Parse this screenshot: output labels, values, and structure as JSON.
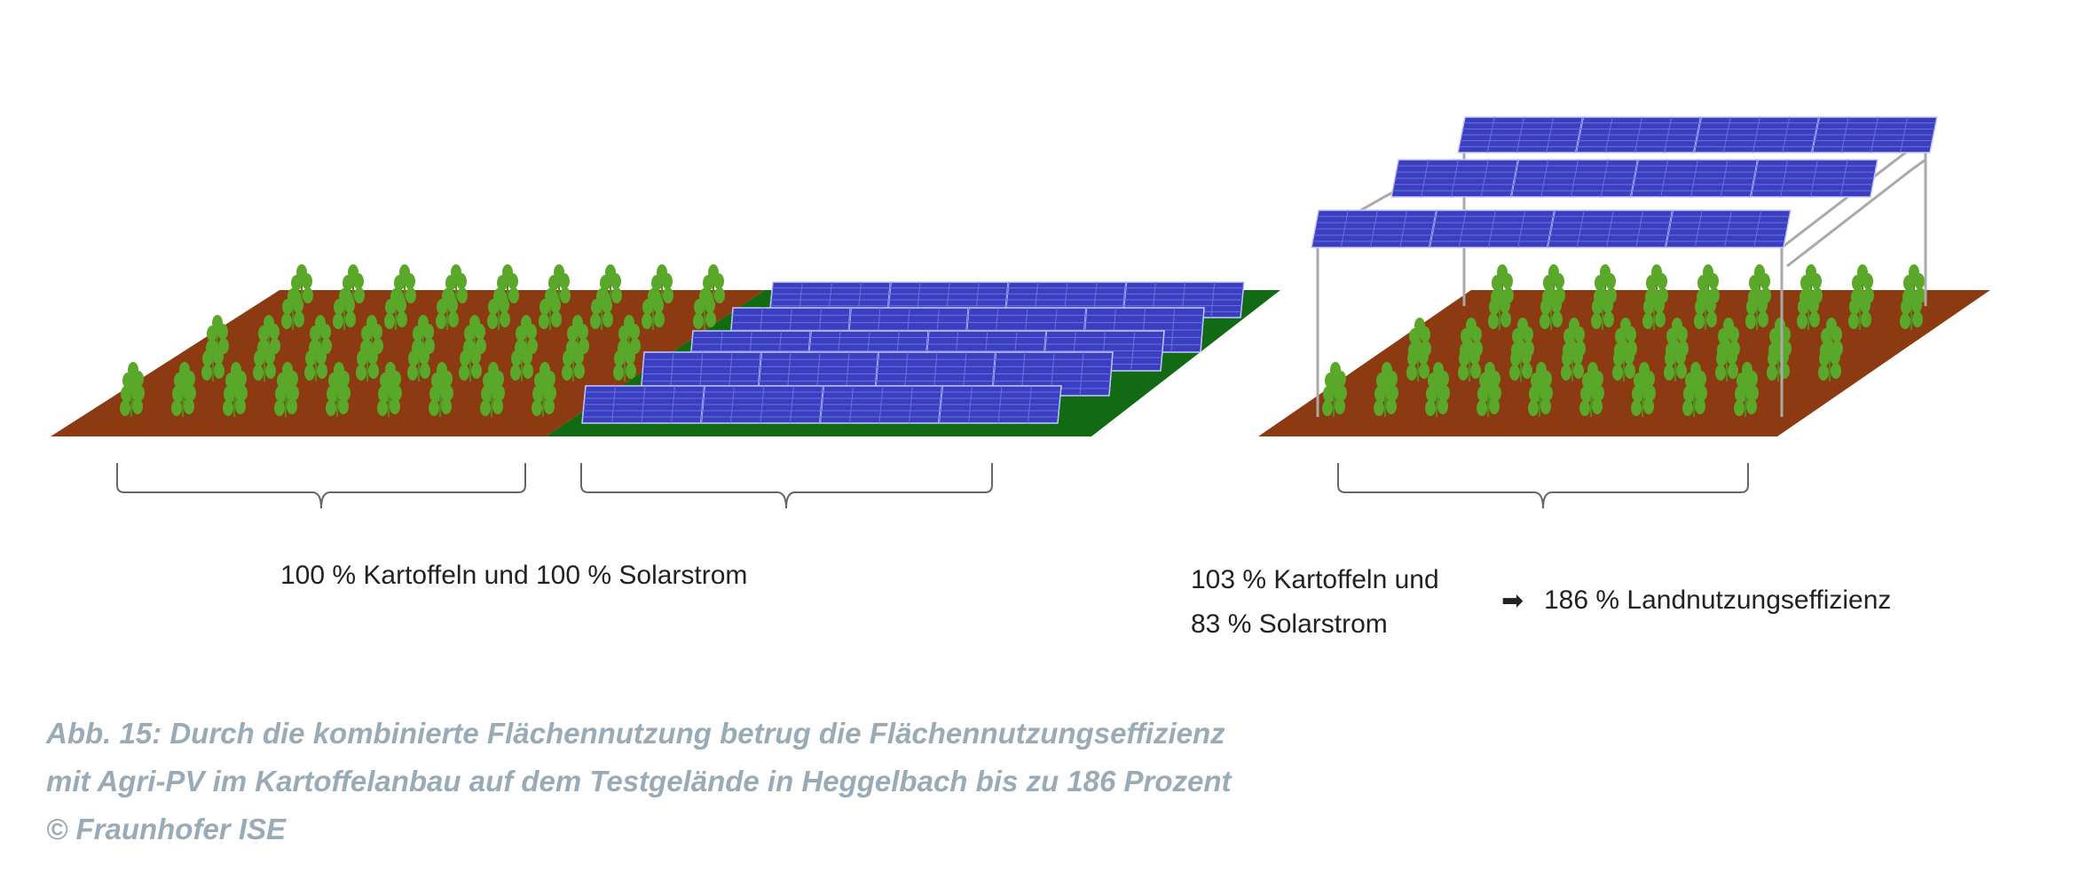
{
  "labels": {
    "conventional": "100 % Kartoffeln und 100 % Solarstrom",
    "agripv_line1": "103 % Kartoffeln und",
    "agripv_line2": "83 % Solarstrom",
    "arrow": "➡",
    "efficiency": "186 % Landnutzungseffizienz"
  },
  "caption": {
    "line1": "Abb. 15: Durch die kombinierte Flächennutzung betrug die Flächennutzungseffizienz",
    "line2": "mit Agri-PV im Kartoffelanbau auf dem Testgelände in Heggelbach bis zu 186 Prozent",
    "line3": "© Fraunhofer ISE"
  },
  "colors": {
    "soil": "#8b3a12",
    "grass": "#126a14",
    "panel": "#3a3fc0",
    "plant": "#5aa82a",
    "caption": "#9aabb8"
  }
}
